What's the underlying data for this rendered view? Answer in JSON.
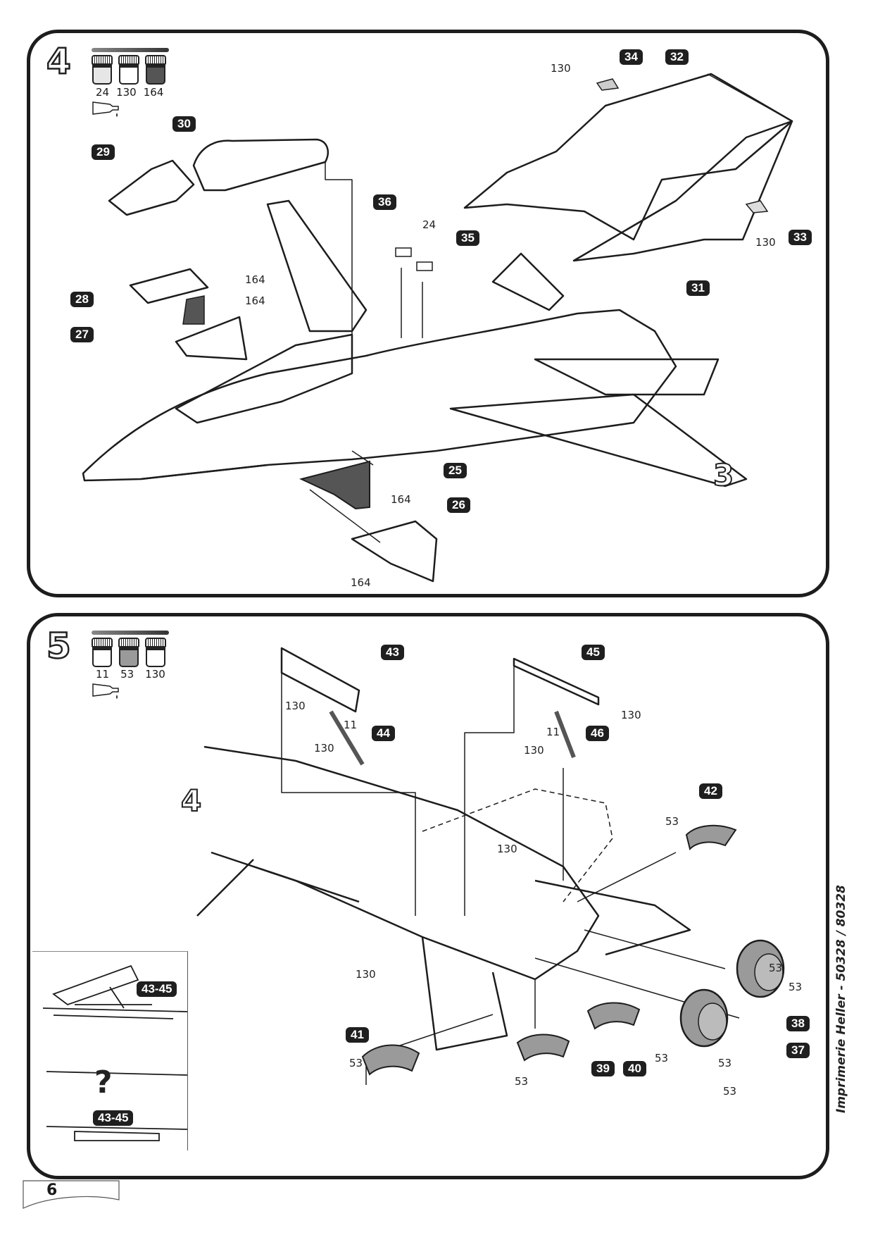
{
  "page": {
    "page_number": "6",
    "printer_credit": "Imprimerie Heller - 50328 / 80328"
  },
  "step4": {
    "step_number": "4",
    "paints": [
      "24",
      "130",
      "164"
    ],
    "paint_colors": [
      "#e6e6e6",
      "#ffffff",
      "#555555"
    ],
    "parts": [
      "25",
      "26",
      "27",
      "28",
      "29",
      "30",
      "31",
      "32",
      "33",
      "34",
      "35",
      "36"
    ],
    "paint_callouts": {
      "part34": "130",
      "part33": "130",
      "parts35_36": "24",
      "part28_a": "164",
      "part28_b": "164",
      "part25": "164",
      "part26": "164"
    },
    "reference_step": "3"
  },
  "step5": {
    "step_number": "5",
    "paints": [
      "11",
      "53",
      "130"
    ],
    "paint_colors": [
      "#ffffff",
      "#9a9a9a",
      "#ffffff"
    ],
    "parts": [
      "37",
      "38",
      "39",
      "40",
      "41",
      "42",
      "43",
      "44",
      "45",
      "46"
    ],
    "paint_callouts": {
      "part43": "130",
      "part44_rod": "11",
      "part44_end": "130",
      "part45": "130",
      "part46_rod": "11",
      "part46_end": "130",
      "bay_upper": "130",
      "bay_lower": "130",
      "part42": "53",
      "part41": "53",
      "part39": "53",
      "part40": "53",
      "part37_outer": "53",
      "part37_inner": "53",
      "part38_outer": "53",
      "part38_inner": "53"
    },
    "reference_step": "4",
    "inset": {
      "label_top": "43-45",
      "label_bottom": "43-45",
      "question": "?"
    }
  }
}
